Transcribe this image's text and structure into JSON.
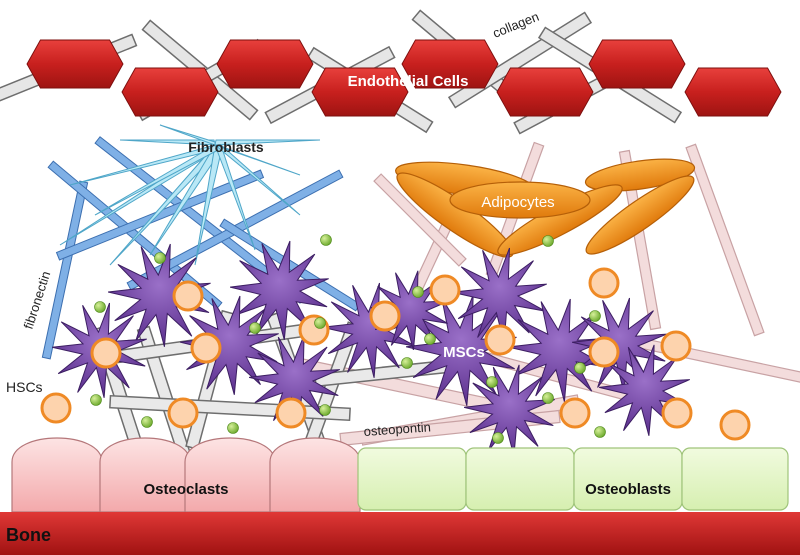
{
  "labels": {
    "collagen": "collagen",
    "endothelial_cells": "Endothelial Cells",
    "fibroblasts": "Fibroblasts",
    "fibronectin": "fibronectin",
    "adipocytes": "Adipocytes",
    "mscs": "MSCs",
    "hscs": "HSCs",
    "osteopontin": "osteopontin",
    "osteoclasts": "Osteoclasts",
    "osteoblasts": "Osteoblasts",
    "bone": "Bone"
  },
  "colors": {
    "endothelial": "#c8201e",
    "collagen_fill": "#e6e6e6",
    "collagen_stroke": "#6e6e6e",
    "fibroblast": "#aee3f3",
    "fibronectin": "#5b94d6",
    "adipocyte": "#f0921a",
    "msc": "#6b3fa0",
    "hsc_fill": "#fdd0a8",
    "hsc_stroke": "#ef8a25",
    "dot": "#8fc83a",
    "osteopontin": "#ebc9cb",
    "osteoclast": "#f9c4c4",
    "osteoblast": "#e5f6c8",
    "bone": "#c81e1e"
  }
}
